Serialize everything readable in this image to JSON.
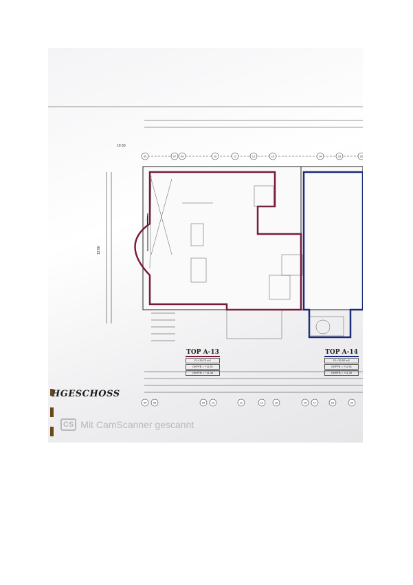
{
  "floor_title": "HGESCHOSS",
  "watermark": {
    "logo": "CS",
    "text": "Mit CamScanner gescannt"
  },
  "dimensions": {
    "top_left": "10.50",
    "left_height": "13.50"
  },
  "grid_top": [
    "05",
    "07",
    "09",
    "10",
    "11",
    "12",
    "13",
    "14",
    "16",
    "20"
  ],
  "grid_bottom": [
    "05",
    "06",
    "09",
    "10",
    "11",
    "12",
    "15",
    "16",
    "17",
    "20",
    "22"
  ],
  "units": [
    {
      "name": "TOP A-13",
      "area": "FL=78.70 m2",
      "okffb": "OKFFB = +11.51",
      "okrfb": "OKRFB = +11.30",
      "color": "#7a1a3a"
    },
    {
      "name": "TOP A-14",
      "area": "FL=76.52 m2",
      "okffb": "OKFFB = +11.51",
      "okrfb": "OKRFB = +11.30",
      "color": "#1a2a7a"
    }
  ]
}
